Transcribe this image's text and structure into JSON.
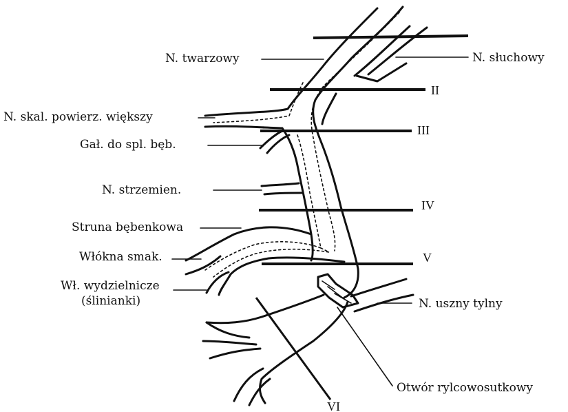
{
  "labels": {
    "twarzowy": "N. twarzowy",
    "sluchowy": "N. słuchowy",
    "skalisty": "N. skal. powierz. większy",
    "gal_spl": "Gał. do spl. bęb.",
    "strzemien": "N. strzemien.",
    "struna": "Struna bębenkowa",
    "wlokna": "Włókna smak.",
    "wydzielnicze_1": "Wł. wydzielnicze",
    "wydzielnicze_2": "(ślinianki)",
    "uszny": "N. uszny tylny",
    "otwor": "Otwór rylcowosutkowy"
  },
  "sections": {
    "II": "II",
    "III": "III",
    "IV": "IV",
    "V": "V",
    "VI": "VI"
  }
}
